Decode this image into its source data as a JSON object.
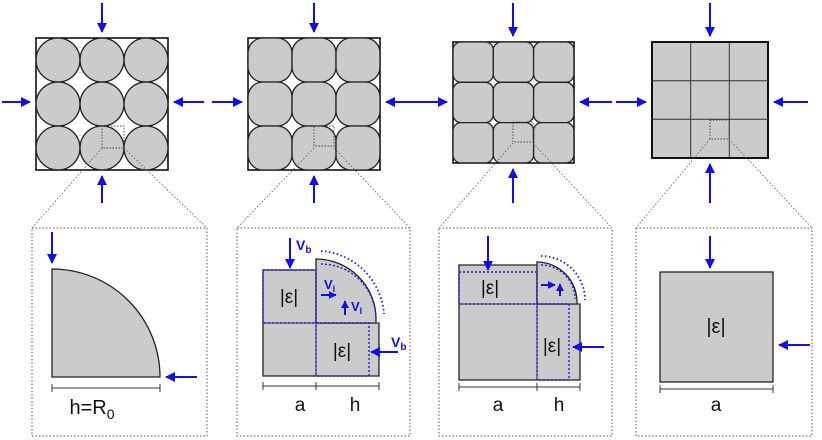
{
  "labels": {
    "panel1_dim": "h=R",
    "panel1_dim_sub": "0",
    "vb": "V",
    "vb_sub": "b",
    "vl": "V",
    "vl_sub": "l",
    "strain": "|ε|",
    "dim_a": "a",
    "dim_h": "h"
  },
  "colors": {
    "particle_fill": "#cbcbcb",
    "arrow": "#1010e0",
    "outline": "#111111"
  }
}
